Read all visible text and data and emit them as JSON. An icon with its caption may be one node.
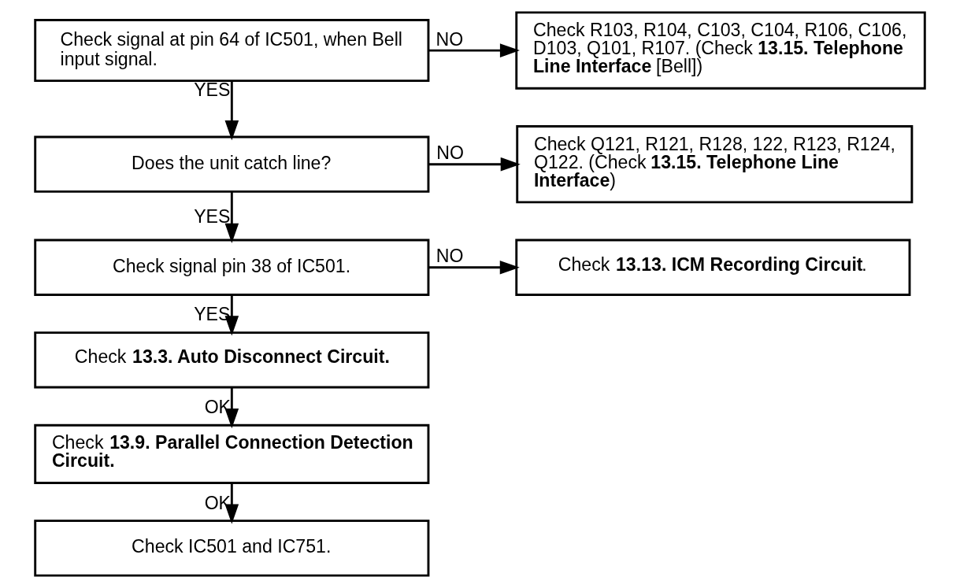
{
  "diagram": {
    "nodes": [
      {
        "text": [
          "Check signal at pin 64 of IC501, when Bell input signal."
        ]
      },
      {
        "text": [
          "Check R103, R104, C103, C104, R106, C106, D103, Q101, R107. (Check **13.15. Telephone Line Interface** [Bell])"
        ]
      },
      {
        "text": [
          "Does the unit catch line?"
        ]
      },
      {
        "text": [
          "Check Q121, R121, R128, 122, R123, R124, Q122. (Check **13.15. Telephone Line Interface**)"
        ]
      },
      {
        "text": [
          "Check signal pin 38 of IC501."
        ]
      },
      {
        "text": [
          "Check **13.13. ICM Recording Circuit**."
        ]
      },
      {
        "text": [
          "Check **13.3. Auto Disconnect Circuit.**"
        ]
      },
      {
        "text": [
          "Check **13.9. Parallel Connection Detection Circuit.**"
        ]
      },
      {
        "text": [
          "Check IC501 and IC751."
        ]
      }
    ],
    "edges": [
      {
        "from": 0,
        "to": 1,
        "arrow": "to",
        "label": "NO"
      },
      {
        "from": 0,
        "to": 2,
        "arrow": "to",
        "label": "YES"
      },
      {
        "from": 2,
        "to": 3,
        "arrow": "to",
        "label": "NO"
      },
      {
        "from": 2,
        "to": 4,
        "arrow": "to",
        "label": "YES"
      },
      {
        "from": 4,
        "to": 5,
        "arrow": "to",
        "label": "NO"
      },
      {
        "from": 4,
        "to": 6,
        "arrow": "to",
        "label": "YES"
      },
      {
        "from": 6,
        "to": 7,
        "arrow": "to",
        "label": "OK"
      },
      {
        "from": 7,
        "to": 8,
        "arrow": "to",
        "label": "OK"
      }
    ]
  }
}
